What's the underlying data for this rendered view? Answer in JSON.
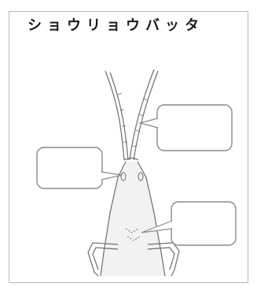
{
  "diagram": {
    "title": "ショウリョウバッタ",
    "subject": "grasshopper-head-and-antennae",
    "callouts": [
      {
        "id": "antenna",
        "label": ""
      },
      {
        "id": "eye",
        "label": ""
      },
      {
        "id": "mouth",
        "label": ""
      }
    ],
    "colors": {
      "line": "#6e6e6e",
      "box": "#8a8a8a",
      "body_shade": "#f2f2f2"
    }
  }
}
